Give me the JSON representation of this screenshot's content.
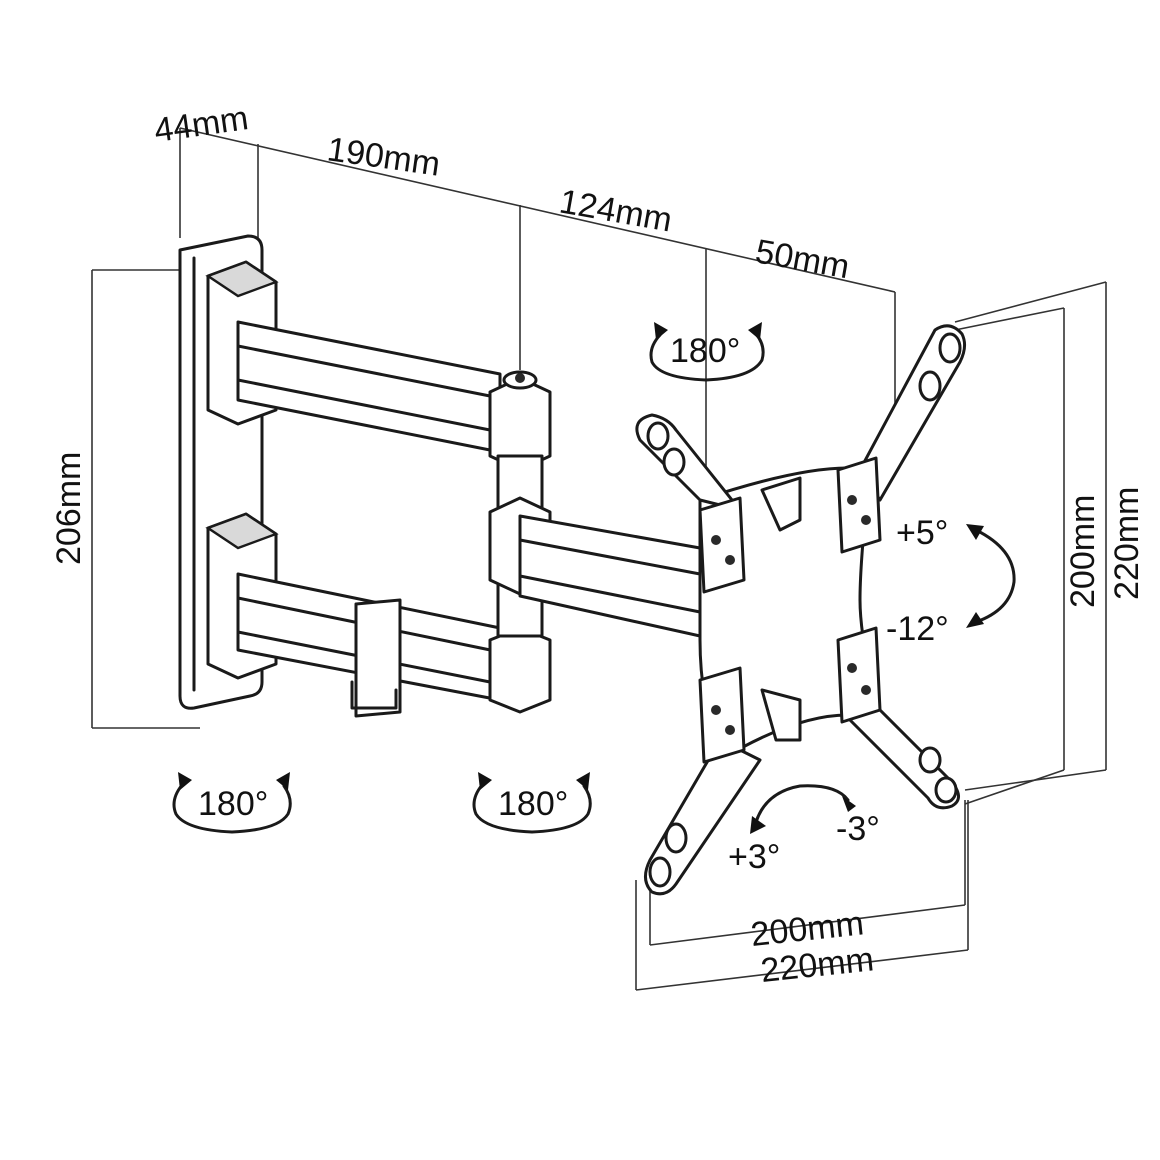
{
  "dimensions": {
    "plate_depth": "44mm",
    "arm_1": "190mm",
    "arm_2": "124mm",
    "bracket_offset": "50mm",
    "plate_height": "206mm",
    "vesa_vertical_inner": "200mm",
    "vesa_vertical_outer": "220mm",
    "vesa_horizontal_inner": "200mm",
    "vesa_horizontal_outer": "220mm"
  },
  "rotations": {
    "top_swivel": "180°",
    "wall_swivel": "180°",
    "elbow_swivel": "180°",
    "tilt_up": "+5°",
    "tilt_down": "-12°",
    "level_plus": "+3°",
    "level_minus": "-3°"
  }
}
